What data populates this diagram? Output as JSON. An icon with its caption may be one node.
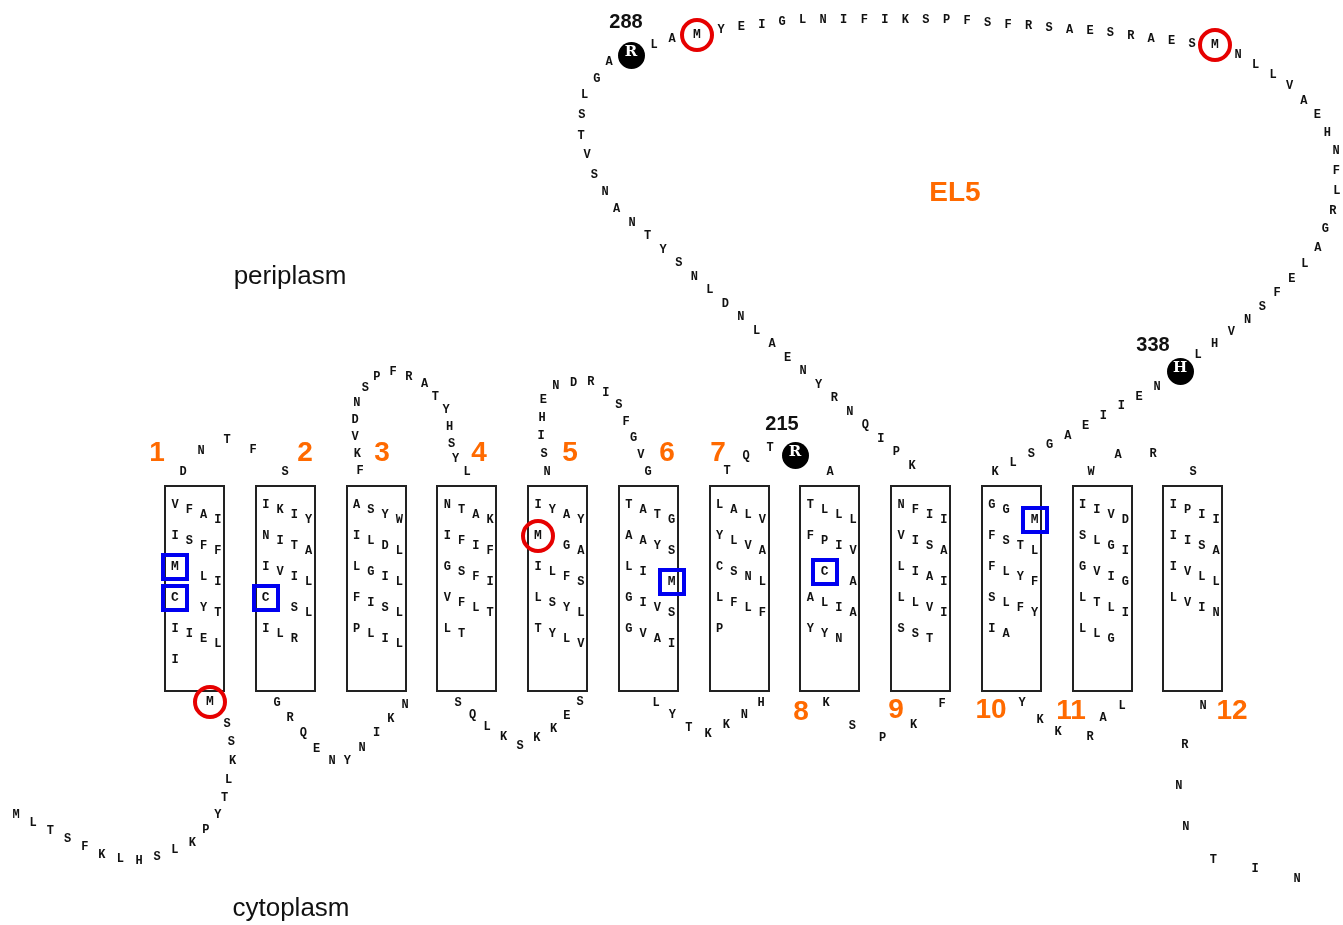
{
  "diagram": {
    "nodes": [
      {
        "text": [
          "V",
          "F",
          "A",
          "I",
          "I",
          "S",
          "F",
          "F",
          "L",
          "I",
          "Y",
          "T",
          "I",
          "I",
          "E",
          "L",
          "I"
        ],
        "beside": [
          "1"
        ]
      },
      {
        "text": [
          "I",
          "K",
          "I",
          "Y",
          "N",
          "I",
          "T",
          "A",
          "I",
          "V",
          "I",
          "L",
          "S",
          "L",
          "I",
          "L",
          "R"
        ],
        "beside": [
          "2"
        ]
      },
      {
        "text": [
          "A",
          "S",
          "Y",
          "W",
          "I",
          "L",
          "D",
          "L",
          "L",
          "G",
          "I",
          "L",
          "F",
          "I",
          "S",
          "L",
          "P",
          "L",
          "I",
          "L"
        ],
        "beside": [
          "3"
        ]
      },
      {
        "text": [
          "N",
          "T",
          "A",
          "K",
          "I",
          "F",
          "I",
          "F",
          "G",
          "S",
          "F",
          "I",
          "V",
          "F",
          "L",
          "T",
          "L",
          "T"
        ],
        "beside": [
          "4"
        ]
      },
      {
        "text": [
          "I",
          "Y",
          "A",
          "Y",
          "G",
          "A",
          "I",
          "L",
          "F",
          "S",
          "L",
          "S",
          "Y",
          "L",
          "T",
          "Y",
          "L",
          "V"
        ],
        "beside": [
          "5"
        ]
      },
      {
        "text": [
          "T",
          "A",
          "T",
          "G",
          "A",
          "A",
          "Y",
          "S",
          "L",
          "I",
          "G",
          "I",
          "V",
          "S",
          "G",
          "V",
          "A",
          "I"
        ],
        "beside": [
          "6"
        ]
      },
      {
        "text": [
          "L",
          "A",
          "L",
          "V",
          "Y",
          "L",
          "V",
          "A",
          "C",
          "S",
          "N",
          "L",
          "L",
          "F",
          "L",
          "F",
          "P"
        ],
        "beside": [
          "7"
        ]
      },
      {
        "text": [
          "T",
          "L",
          "L",
          "L",
          "F",
          "P",
          "I",
          "V",
          "A",
          "A",
          "L",
          "I",
          "A",
          "Y",
          "Y",
          "N"
        ],
        "beside": [
          "8"
        ]
      },
      {
        "text": [
          "N",
          "F",
          "I",
          "I",
          "V",
          "I",
          "S",
          "A",
          "L",
          "I",
          "A",
          "I",
          "L",
          "L",
          "V",
          "I",
          "S",
          "S",
          "T"
        ],
        "beside": [
          "9"
        ]
      },
      {
        "text": [
          "G",
          "G",
          "F",
          "S",
          "T",
          "L",
          "F",
          "L",
          "Y",
          "F",
          "S",
          "L",
          "F",
          "Y",
          "I",
          "A"
        ],
        "beside": [
          "10"
        ]
      },
      {
        "text": [
          "I",
          "I",
          "V",
          "D",
          "S",
          "L",
          "G",
          "I",
          "G",
          "V",
          "I",
          "G",
          "L",
          "T",
          "L",
          "I",
          "L",
          "L",
          "G"
        ],
        "beside": [
          "11"
        ]
      },
      {
        "text": [
          "I",
          "P",
          "I",
          "I",
          "I",
          "I",
          "S",
          "A",
          "I",
          "V",
          "L",
          "L",
          "L",
          "V",
          "I",
          "N"
        ],
        "beside": [
          "12"
        ]
      },
      {
        "text": [
          "M"
        ],
        "in": 0
      },
      {
        "text": [
          "C"
        ],
        "in": 0
      },
      {
        "text": [
          "C"
        ],
        "in": 1
      },
      {
        "text": [
          "M"
        ],
        "in": 4
      },
      {
        "text": [
          "M"
        ],
        "in": 5
      },
      {
        "text": [
          "C"
        ],
        "in": 7
      },
      {
        "text": [
          "M"
        ],
        "in": 9
      },
      {
        "text": [
          "M"
        ]
      },
      {
        "text": [
          "R"
        ],
        "beside": [
          "215"
        ]
      },
      {
        "text": [
          "R"
        ],
        "beside": [
          "288"
        ]
      },
      {
        "text": [
          "M"
        ]
      },
      {
        "text": [
          "M"
        ]
      },
      {
        "text": [
          "H"
        ],
        "beside": [
          "338"
        ]
      }
    ],
    "labels": [
      "EL5",
      "periplasm",
      "cytoplasm",
      "M",
      "L",
      "T",
      "S",
      "F",
      "K",
      "L",
      "H",
      "S",
      "L",
      "K",
      "P",
      "Y",
      "T",
      "L",
      "K",
      "S",
      "S",
      "D",
      "N",
      "T",
      "F",
      "S",
      "G",
      "R",
      "Q",
      "E",
      "N",
      "Y",
      "N",
      "I",
      "K",
      "N",
      "F",
      "K",
      "V",
      "D",
      "N",
      "S",
      "P",
      "F",
      "R",
      "A",
      "T",
      "Y",
      "H",
      "S",
      "Y",
      "L",
      "S",
      "Q",
      "L",
      "K",
      "S",
      "K",
      "K",
      "E",
      "S",
      "N",
      "S",
      "I",
      "H",
      "E",
      "N",
      "D",
      "R",
      "I",
      "S",
      "F",
      "G",
      "V",
      "G",
      "L",
      "Y",
      "T",
      "K",
      "K",
      "N",
      "H",
      "T",
      "Q",
      "T",
      "A",
      "K",
      "S",
      "P",
      "K",
      "F",
      "K",
      "P",
      "I",
      "Q",
      "N",
      "R",
      "Y",
      "N",
      "E",
      "A",
      "L",
      "N",
      "D",
      "L",
      "N",
      "S",
      "Y",
      "T",
      "N",
      "A",
      "N",
      "S",
      "V",
      "T",
      "S",
      "L",
      "G",
      "A",
      "L",
      "A",
      "Y",
      "E",
      "I",
      "G",
      "L",
      "N",
      "I",
      "F",
      "I",
      "K",
      "S",
      "P",
      "F",
      "S",
      "F",
      "R",
      "S",
      "A",
      "E",
      "S",
      "R",
      "A",
      "E",
      "S",
      "N",
      "L",
      "L",
      "V",
      "A",
      "E",
      "H",
      "N",
      "F",
      "L",
      "R",
      "G",
      "A",
      "L",
      "E",
      "F",
      "S",
      "N",
      "V",
      "H",
      "L",
      "N",
      "E",
      "I",
      "I",
      "E",
      "A",
      "G",
      "S",
      "L",
      "K",
      "Y",
      "K",
      "K",
      "R",
      "A",
      "L",
      "W",
      "A",
      "R",
      "S",
      "N",
      "R",
      "N",
      "N",
      "T",
      "I",
      "N"
    ]
  }
}
